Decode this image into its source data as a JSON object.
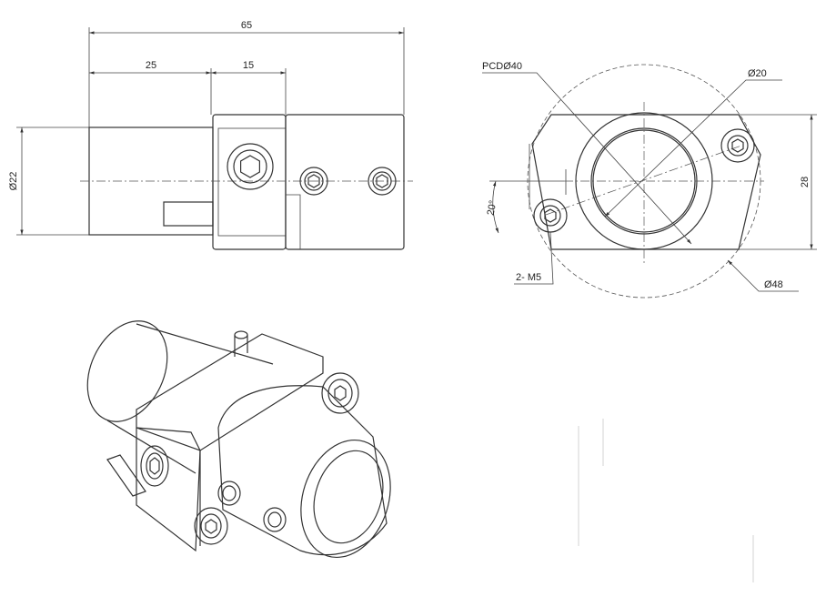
{
  "front_view": {
    "overall_length": "65",
    "body_length": "25",
    "clamp_width": "15",
    "body_diameter": "Ø22"
  },
  "side_view": {
    "pcd": "PCDØ40",
    "bore_diameter": "Ø20",
    "outer_diameter": "Ø48",
    "height": "28",
    "angle": "20°",
    "screws": "2- M5"
  },
  "colors": {
    "line": "#333333",
    "background": "#ffffff"
  }
}
